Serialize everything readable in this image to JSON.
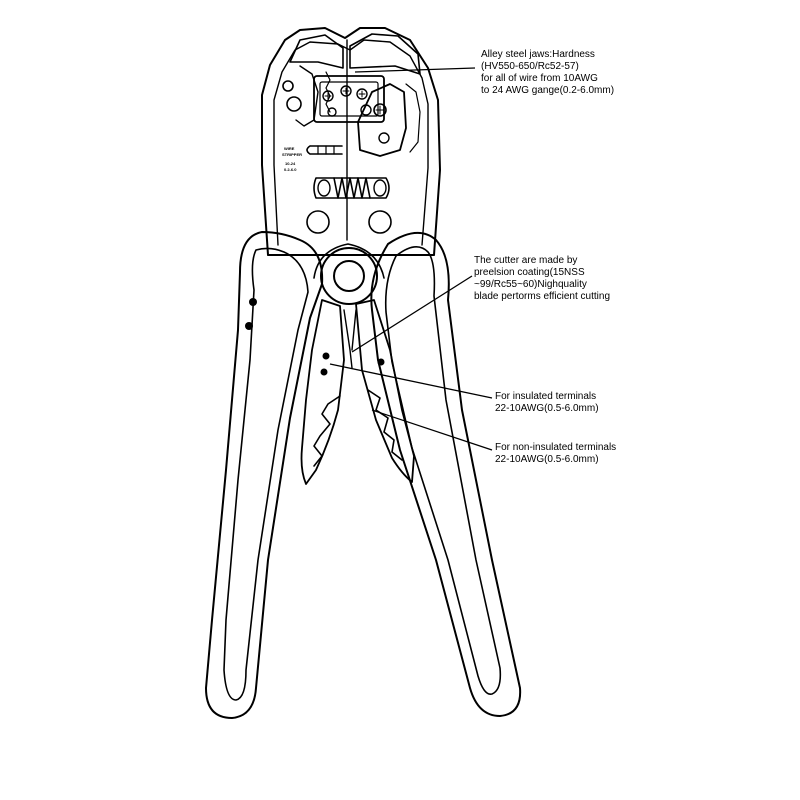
{
  "tool_markings": {
    "line1": "WIRE",
    "line2": "STRIPPER",
    "line3": "10-24",
    "line4": "0.2-6.0"
  },
  "callouts": {
    "jaws": {
      "line1": "Alley steel jaws:Hardness",
      "line2": "(HV550-650/Rc52-57)",
      "line3": "for all of wire from 10AWG",
      "line4": "to 24 AWG gange(0.2-6.0mm)"
    },
    "cutter": {
      "line1": "The cutter are made by",
      "line2": "preelsion coating(15NSS",
      "line3": "~99/Rc55~60)Nighquality",
      "line4": "blade pertorms efficient cutting"
    },
    "insulated": {
      "line1": "For insulated terminals",
      "line2": "22-10AWG(0.5-6.0mm)"
    },
    "non_insulated": {
      "line1": "For non-insulated terminals",
      "line2": "22-10AWG(0.5-6.0mm)"
    }
  }
}
